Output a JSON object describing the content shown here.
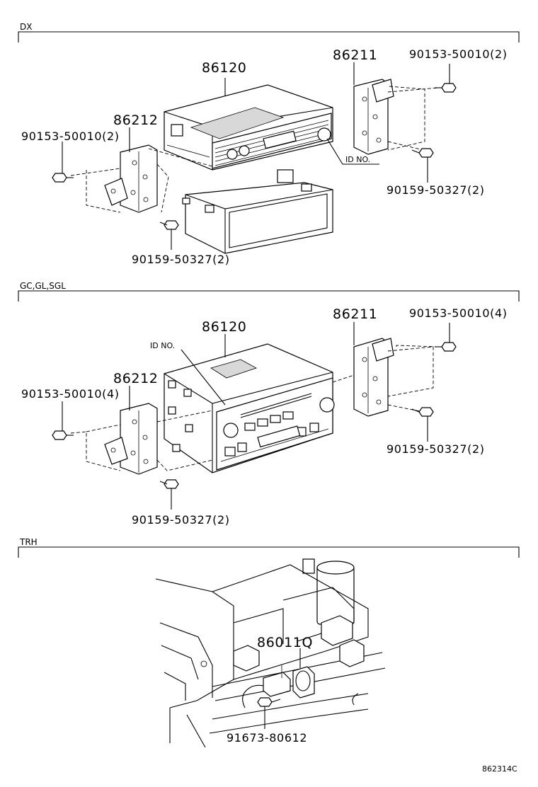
{
  "sections": [
    {
      "label": "DX",
      "callouts": {
        "radio_receiver": "86120",
        "bracket_right": "86211",
        "bracket_left": "86212",
        "screw_top_right": "90153-50010(2)",
        "screw_left": "90153-50010(2)",
        "screw_bottom_right": "90159-50327(2)",
        "screw_bottom_left": "90159-50327(2)",
        "id_no": "ID NO."
      }
    },
    {
      "label": "GC,GL,SGL",
      "callouts": {
        "radio_receiver": "86120",
        "bracket_right": "86211",
        "bracket_left": "86212",
        "screw_top_right": "90153-50010(4)",
        "screw_left": "90153-50010(4)",
        "screw_bottom_right": "90159-50327(2)",
        "screw_bottom_left": "90159-50327(2)",
        "id_no": "ID NO."
      }
    },
    {
      "label": "TRH",
      "callouts": {
        "antenna_amplifier": "86011Q",
        "bolt": "91673-80612"
      }
    }
  ],
  "figure_code": "862314C"
}
